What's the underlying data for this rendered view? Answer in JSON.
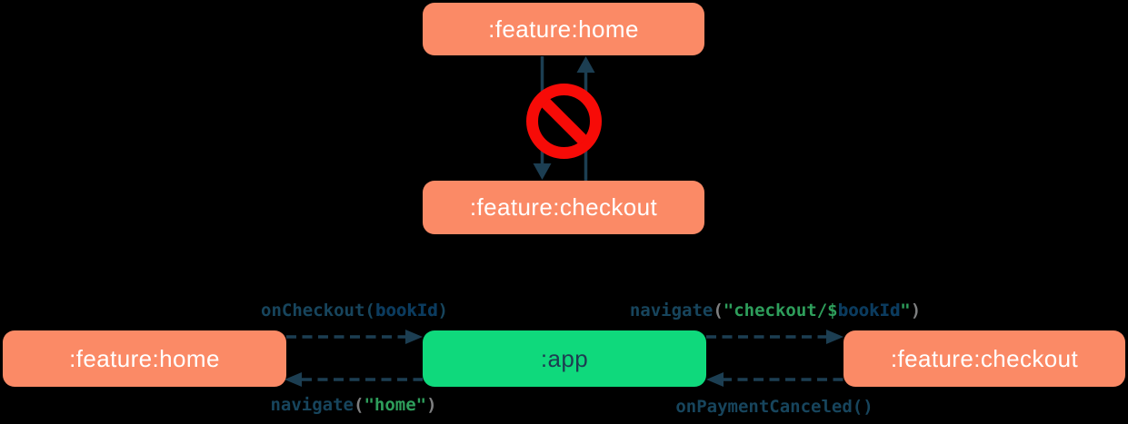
{
  "colors": {
    "background": "#000000",
    "feature_module_fill": "#FB8A66",
    "app_module_fill": "#0FD97C",
    "feature_module_text": "#FFFFFF",
    "app_module_text": "#1D3D51",
    "arrow": "#1C3E52",
    "blocked_icon_red": "#F70B07",
    "code_function": "#17455D",
    "code_argument": "#0B3B5E",
    "code_string": "#2E9E5B",
    "code_paren": "#7E7F80"
  },
  "top_diagram": {
    "home_module": ":feature:home",
    "checkout_module": ":feature:checkout",
    "blocked_icon": "no-entry"
  },
  "bottom_diagram": {
    "home_module": ":feature:home",
    "app_module": ":app",
    "checkout_module": ":feature:checkout",
    "labels": {
      "on_checkout": {
        "fn": "onCheckout",
        "open": "(",
        "arg": "bookId",
        "close": ")"
      },
      "navigate_checkout": {
        "fn": "navigate",
        "open": "(",
        "str_open": "\"checkout/$",
        "arg": "bookId",
        "str_close": "\"",
        "close": ")"
      },
      "navigate_home": {
        "fn": "navigate",
        "open": "(",
        "str": "\"home\"",
        "close": ")"
      },
      "on_payment_canceled": {
        "fn": "onPaymentCanceled",
        "open": "(",
        "close": ")"
      }
    }
  }
}
